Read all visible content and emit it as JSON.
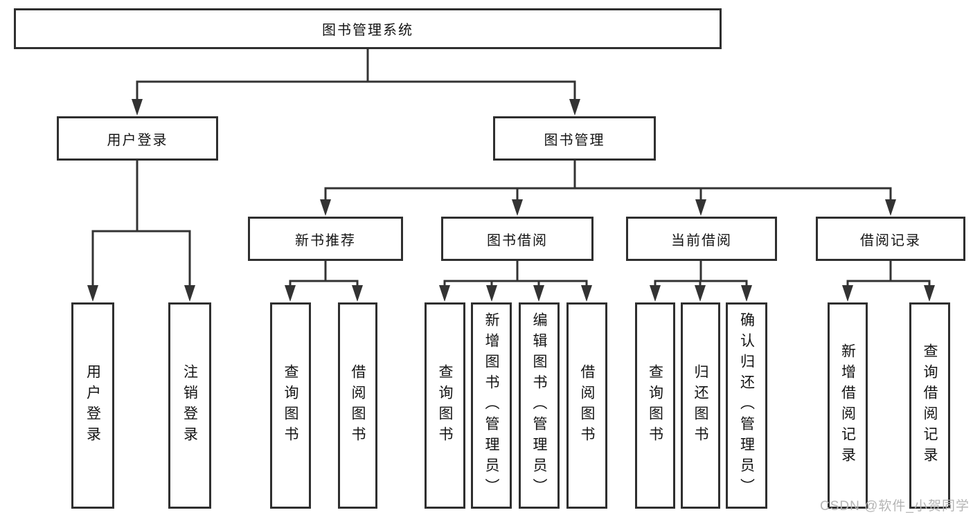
{
  "diagram": {
    "type": "hierarchy-tree",
    "description": "Functional structure diagram of a library management system",
    "colors": {
      "background": "#ffffff",
      "line": "#333333",
      "box_border": "#2f2f2f",
      "text": "#141414",
      "watermark": "#b5b5b5"
    }
  },
  "nodes": {
    "root": {
      "label": "图书管理系统"
    },
    "user_login": {
      "label": "用户登录"
    },
    "book_mgmt": {
      "label": "图书管理"
    },
    "new_book_rec": {
      "label": "新书推荐"
    },
    "book_borrow": {
      "label": "图书借阅"
    },
    "current_borrow": {
      "label": "当前借阅"
    },
    "borrow_record": {
      "label": "借阅记录"
    },
    "leaf_user_login": {
      "label": "用户登录"
    },
    "leaf_logout": {
      "label": "注销登录"
    },
    "leaf_query_book_1": {
      "label": "查询图书"
    },
    "leaf_borrow_book_1": {
      "label": "借阅图书"
    },
    "leaf_query_book_2": {
      "label": "查询图书"
    },
    "leaf_add_book": {
      "label": "新增图书（管理员）"
    },
    "leaf_edit_book": {
      "label": "编辑图书（管理员）"
    },
    "leaf_borrow_book_2": {
      "label": "借阅图书"
    },
    "leaf_query_book_3": {
      "label": "查询图书"
    },
    "leaf_return_book": {
      "label": "归还图书"
    },
    "leaf_confirm_return": {
      "label": "确认归还（管理员）"
    },
    "leaf_add_record": {
      "label": "新增借阅记录"
    },
    "leaf_query_record": {
      "label": "查询借阅记录"
    }
  },
  "tree": {
    "root": [
      "user_login",
      "book_mgmt"
    ],
    "user_login": [
      "leaf_user_login",
      "leaf_logout"
    ],
    "book_mgmt": [
      "new_book_rec",
      "book_borrow",
      "current_borrow",
      "borrow_record"
    ],
    "new_book_rec": [
      "leaf_query_book_1",
      "leaf_borrow_book_1"
    ],
    "book_borrow": [
      "leaf_query_book_2",
      "leaf_add_book",
      "leaf_edit_book",
      "leaf_borrow_book_2"
    ],
    "current_borrow": [
      "leaf_query_book_3",
      "leaf_return_book",
      "leaf_confirm_return"
    ],
    "borrow_record": [
      "leaf_add_record",
      "leaf_query_record"
    ]
  },
  "watermark": {
    "text": "CSDN @软件_小贺同学"
  }
}
